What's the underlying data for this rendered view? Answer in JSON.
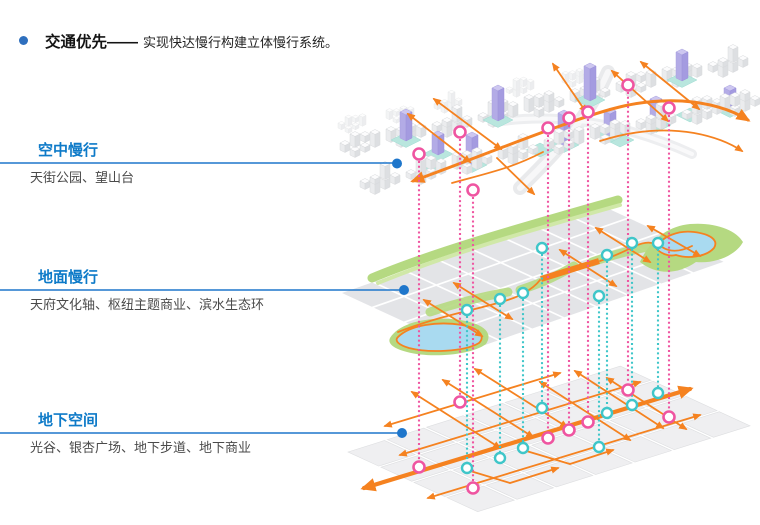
{
  "header": {
    "bullet_icon": "blue-dot",
    "title": "交通优先——",
    "subtitle": "实现快达慢行构建立体慢行系统。"
  },
  "layers": [
    {
      "label": "空中慢行",
      "desc": "天街公园、望山台"
    },
    {
      "label": "地面慢行",
      "desc": "天府文化轴、枢纽主题商业、滨水生态环"
    },
    {
      "label": "地下空间",
      "desc": "光谷、银杏广场、地下步道、地下商业"
    }
  ],
  "colors": {
    "accent_blue": "#0d7ac8",
    "leader_blue": "#1e76cb",
    "bullet_blue": "#2e6fbe",
    "title_text": "#141414",
    "body_text": "#4a4a4a",
    "orange": "#f58220",
    "pink": "#ef55a1",
    "teal": "#3fc6c9",
    "purple": "#b3abe6",
    "teal_patch": "#b9e6de",
    "green": "#b5d981",
    "green_light": "#d0e8a8",
    "water": "#a9daf0",
    "block_gray": "#e3e4e7"
  }
}
